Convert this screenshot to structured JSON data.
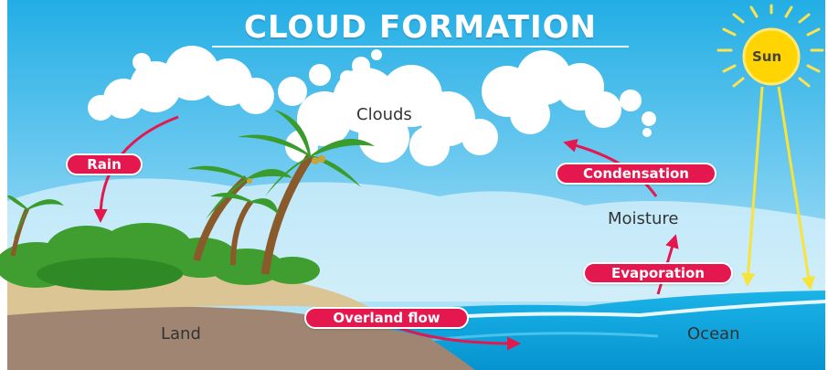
{
  "title": "CLOUD FORMATION",
  "labels": {
    "sun": "Sun",
    "clouds": "Clouds",
    "rain": "Rain",
    "condensation": "Condensation",
    "moisture": "Moisture",
    "evaporation": "Evaporation",
    "overland_flow": "Overland flow",
    "land": "Land",
    "ocean": "Ocean"
  },
  "colors": {
    "sky_top": "#2fb4e6",
    "sky_bottom": "#bfe8f8",
    "arrow_red": "#e5174f",
    "sun": "#ffd400",
    "sun_ray": "#f7e33a",
    "sand": "#d8c090",
    "dirt": "#a08672",
    "ocean": "#0aa6df",
    "foliage": "#3b9a2f"
  }
}
